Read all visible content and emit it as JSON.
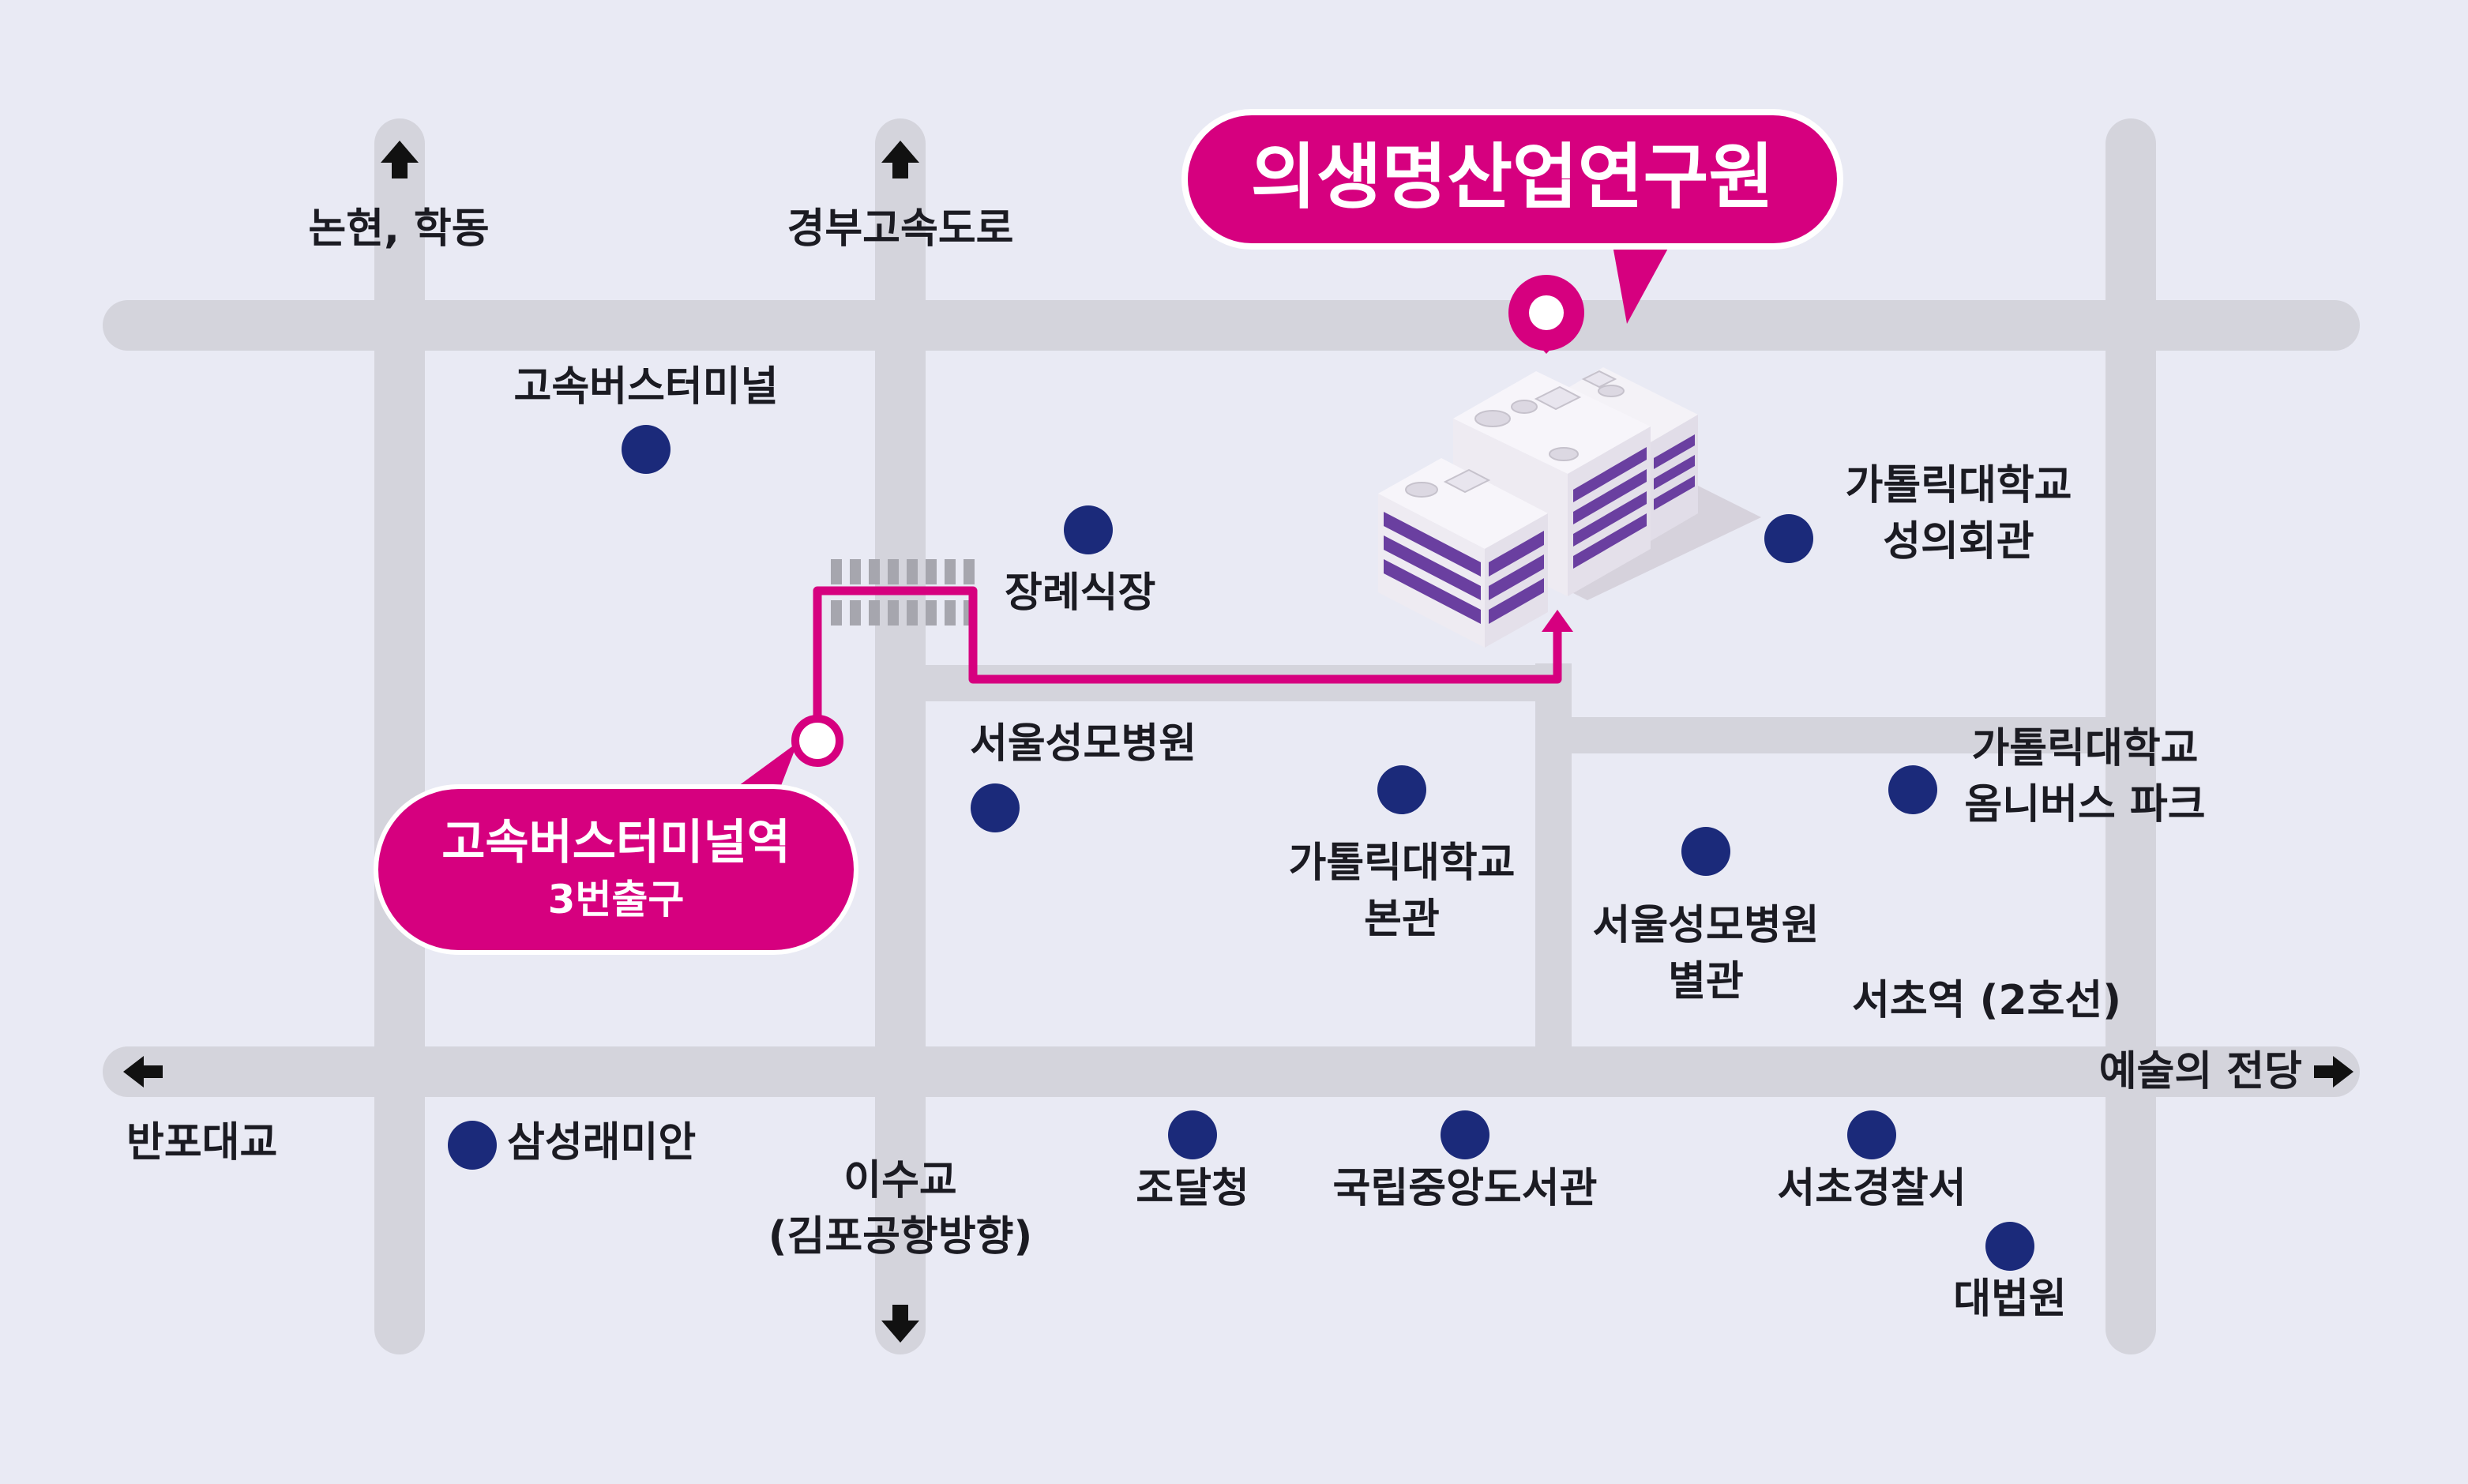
{
  "map": {
    "destination": "의생명산업연구원",
    "start_station": {
      "name": "고속버스터미널역",
      "exit": "3번출구"
    },
    "directions": {
      "north_left": "논현, 학동",
      "north_mid": "경부고속도로",
      "south_mid": [
        "이수교",
        "(김포공항방향)"
      ],
      "west": "반포대교",
      "east": "예술의 전당"
    },
    "landmarks": {
      "express_bus_terminal": "고속버스터미널",
      "funeral_hall": "장례식장",
      "seoul_st_marys": "서울성모병원",
      "catholic_main": [
        "가톨릭대학교",
        "본관"
      ],
      "st_marys_annex": [
        "서울성모병원",
        "별관"
      ],
      "seongui_hall": [
        "가톨릭대학교",
        "성의회관"
      ],
      "omnibus_park": [
        "가톨릭대학교",
        "옴니버스 파크"
      ],
      "seocho_station": "서초역 (2호선)",
      "samsung_raemian": "삼성래미안",
      "procurement_service": "조달청",
      "national_library": "국립중앙도서관",
      "police_station": "서초경찰서",
      "supreme_court": "대법원"
    },
    "colors": {
      "background": "#e9eaf4",
      "road": "#d4d4dc",
      "accent": "#d6007f",
      "marker": "#1b2a7a",
      "building_wall": "#f0edf4",
      "building_window": "#6a3fa0"
    },
    "icons": [
      "up-arrow-icon",
      "down-arrow-icon",
      "left-arrow-icon",
      "right-arrow-icon",
      "location-pin-icon",
      "building-icon",
      "crosswalk-icon"
    ]
  }
}
